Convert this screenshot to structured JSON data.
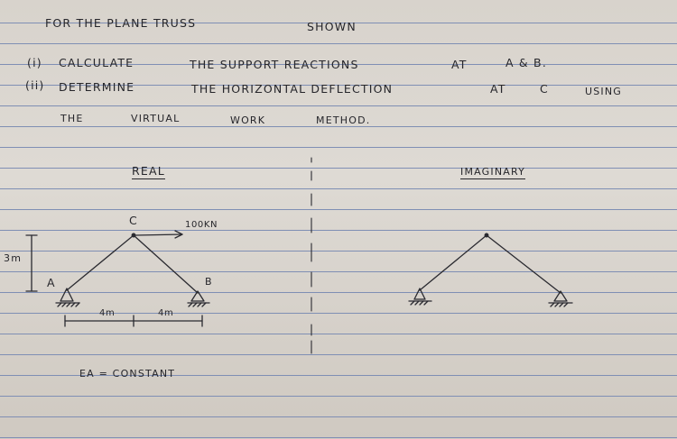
{
  "problem": {
    "line1_a": "FOR THE PLANE TRUSS",
    "line1_b": "SHOWN",
    "item1_marker": "(i)",
    "item1_a": "CALCULATE",
    "item1_b": "THE SUPPORT REACTIONS",
    "item1_c": "AT",
    "item1_d": "A & B.",
    "item2_marker": "(ii)",
    "item2_a": "DETERMINE",
    "item2_b": "THE HORIZONTAL DEFLECTION",
    "item2_c": "AT",
    "item2_d": "C",
    "item2_e": "USING",
    "line4_a": "THE",
    "line4_b": "VIRTUAL",
    "line4_c": "WORK",
    "line4_d": "METHOD."
  },
  "real": {
    "heading": "REAL",
    "node_c": "C",
    "node_a": "A",
    "node_b": "B",
    "load": "100KN",
    "height": "3m",
    "span_left": "4m",
    "span_right": "4m",
    "note": "EA = CONSTANT"
  },
  "imaginary": {
    "heading": "IMAGINARY"
  }
}
